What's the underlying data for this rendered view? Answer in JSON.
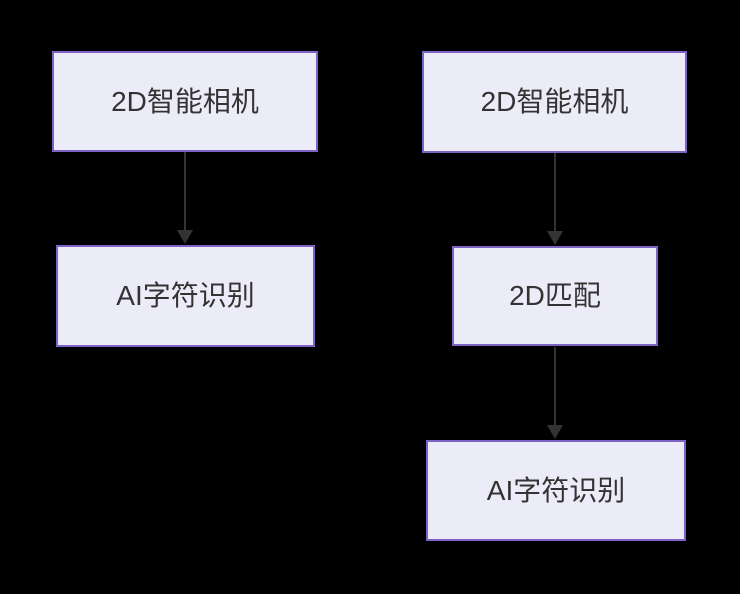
{
  "diagram": {
    "type": "flowchart",
    "direction": "top-down",
    "colors": {
      "background": "#000000",
      "node_fill": "#ECECF9",
      "node_border": "#7E63C6",
      "text": "#333333",
      "arrow": "#333333"
    },
    "flows": [
      {
        "name": "left-flow",
        "nodes": [
          {
            "id": "l1",
            "label": "2D智能相机"
          },
          {
            "id": "l2",
            "label": "AI字符识别"
          }
        ]
      },
      {
        "name": "right-flow",
        "nodes": [
          {
            "id": "r1",
            "label": "2D智能相机"
          },
          {
            "id": "r2",
            "label": "2D匹配"
          },
          {
            "id": "r3",
            "label": "AI字符识别"
          }
        ]
      }
    ],
    "edges": [
      {
        "from": "l1",
        "to": "l2",
        "style": "solid-arrow"
      },
      {
        "from": "r1",
        "to": "r2",
        "style": "solid-arrow"
      },
      {
        "from": "r2",
        "to": "r3",
        "style": "solid-arrow"
      }
    ]
  }
}
